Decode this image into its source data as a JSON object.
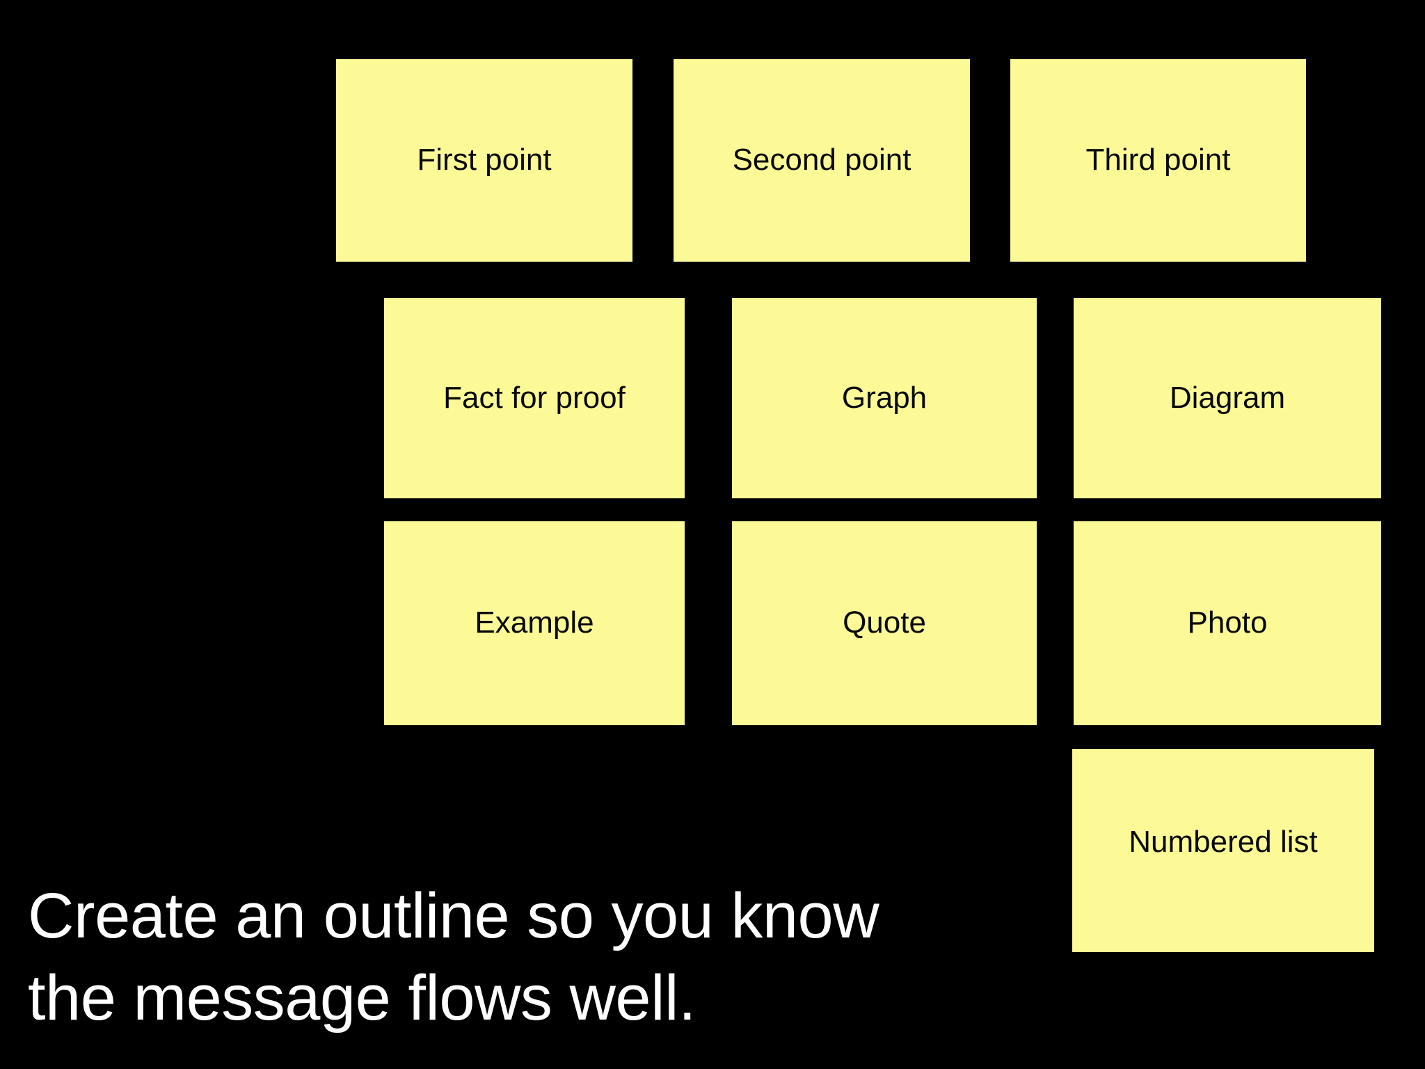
{
  "slide": {
    "background_color": "#000000",
    "note_color": "#FBFA97",
    "note_text_color": "#0A0A0A",
    "caption_color": "#FFFFFF"
  },
  "notes": {
    "row1": [
      {
        "label": "First point"
      },
      {
        "label": "Second point"
      },
      {
        "label": "Third point"
      }
    ],
    "row2": [
      {
        "label": "Fact for proof"
      },
      {
        "label": "Graph"
      },
      {
        "label": "Diagram"
      }
    ],
    "row3": [
      {
        "label": "Example"
      },
      {
        "label": "Quote"
      },
      {
        "label": "Photo"
      }
    ],
    "row4": [
      {
        "label": "Numbered list"
      }
    ]
  },
  "caption": {
    "line1": "Create an outline so you know",
    "line2": "the message flows well.",
    "full": "Create an outline so you know the message flows well."
  }
}
